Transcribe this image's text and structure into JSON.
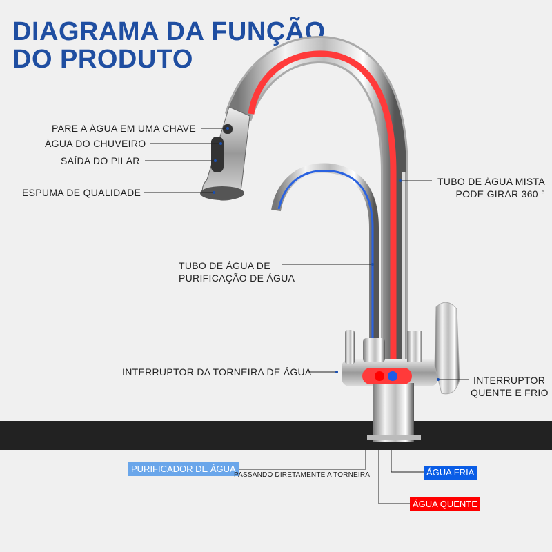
{
  "title": {
    "line1": "DIAGRAMA DA FUNÇÃO",
    "line2": "DO PRODUTO"
  },
  "labels": {
    "stop_button": "PARE A ÁGUA EM UMA CHAVE",
    "shower": "ÁGUA DO CHUVEIRO",
    "pillar": "SAÍDA DO PILAR",
    "foam": "ESPUMA DE QUALIDADE",
    "mixed_tube_1": "TUBO DE ÁGUA MISTA",
    "mixed_tube_2": "PODE GIRAR 360 °",
    "purify_tube_1": "TUBO DE ÁGUA DE",
    "purify_tube_2": "PURIFICAÇÃO DE ÁGUA",
    "tap_switch": "INTERRUPTOR DA TORNEIRA DE ÁGUA",
    "hot_cold_1": "INTERRUPTOR",
    "hot_cold_2": "QUENTE E FRIO"
  },
  "tags": {
    "purifier": "PURIFICADOR DE ÁGUA",
    "purifier_note": "PASSANDO DIRETAMENTE A TORNEIRA",
    "cold": "ÁGUA FRIA",
    "hot": "ÁGUA QUENTE"
  },
  "colors": {
    "title": "#1f4ea1",
    "hot": "#ff0000",
    "cold": "#0a5de6",
    "purifier": "#6aa6ea",
    "counter": "#222222"
  }
}
